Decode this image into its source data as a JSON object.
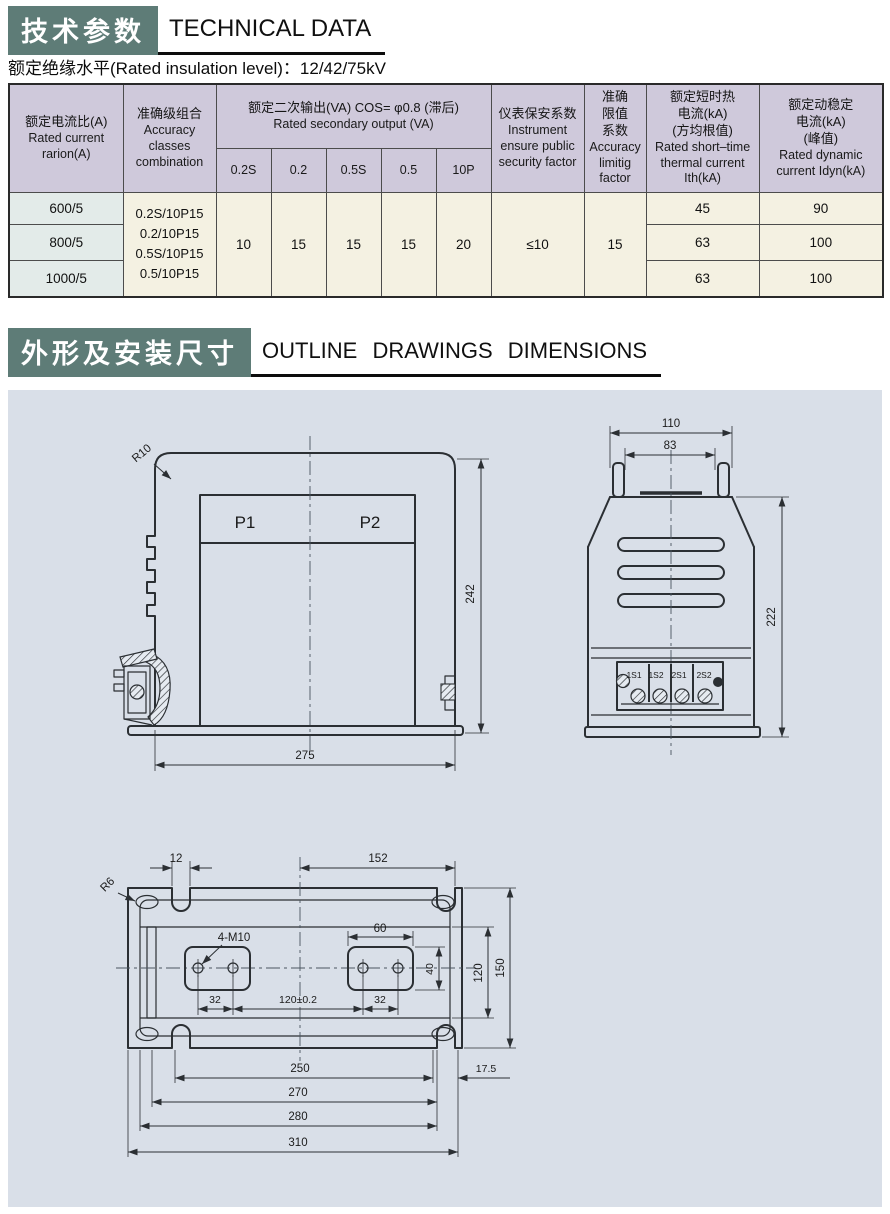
{
  "colors": {
    "accent_teal": "#5e7c77",
    "table_header_bg": "#cfc9db",
    "ratio_col_bg": "#e3ebe9",
    "cell_bg": "#f4f1e2",
    "panel_bg": "#d9dfe8"
  },
  "sections": {
    "technical": {
      "title_cn": "技术参数",
      "title_en": "TECHNICAL DATA",
      "subtitle": "额定绝缘水平(Rated insulation level)：12/42/75kV"
    },
    "outline": {
      "title_cn": "外形及安装尺寸",
      "title_en": "OUTLINE  DRAWINGS  DIMENSIONS"
    }
  },
  "table": {
    "header": {
      "ratio_cn": "额定电流比(A)",
      "ratio_en": "Rated current rarion(A)",
      "accuracy_cn": "准确级组合",
      "accuracy_en": "Accuracy classes combination",
      "output_cn": "额定二次输出(VA) COS= φ0.8 (滞后)",
      "output_en": "Rated secondary output (VA)",
      "output_subs": [
        "0.2S",
        "0.2",
        "0.5S",
        "0.5",
        "10P"
      ],
      "security_cn": "仪表保安系数",
      "security_en": "Instrument ensure public security factor",
      "limit_cn": "准确\n限值\n系数",
      "limit_en": "Accuracy limitig factor",
      "thermal_cn": "额定短时热\n电流(kA)\n(方均根值)",
      "thermal_en": "Rated short–time thermal current Ith(kA)",
      "dynamic_cn": "额定动稳定\n电流(kA)\n(峰值)",
      "dynamic_en": "Rated dynamic current Idyn(kA)"
    },
    "merged": {
      "combos": [
        "0.2S/10P15",
        "0.2/10P15",
        "0.5S/10P15",
        "0.5/10P15"
      ],
      "outputs": [
        "10",
        "15",
        "15",
        "15",
        "20"
      ],
      "security": "≤10",
      "limit": "15"
    },
    "rows": [
      {
        "ratio": "600/5",
        "thermal": "45",
        "dynamic": "90"
      },
      {
        "ratio": "800/5",
        "thermal": "63",
        "dynamic": "100"
      },
      {
        "ratio": "1000/5",
        "thermal": "63",
        "dynamic": "100"
      }
    ]
  },
  "drawings": {
    "front": {
      "p1": "P1",
      "p2": "P2",
      "r10": "R10",
      "h": "242",
      "w": "275"
    },
    "side": {
      "w110": "110",
      "w83": "83",
      "h222": "222",
      "terminals": [
        "1S1",
        "1S2",
        "2S1",
        "2S2"
      ]
    },
    "top": {
      "r6": "R6",
      "d12": "12",
      "d152": "152",
      "m10": "4-M10",
      "d60": "60",
      "d40": "40",
      "d32l": "32",
      "d120t": "120±0.2",
      "d32r": "32",
      "d120": "120",
      "d150": "150",
      "d250": "250",
      "d175": "17.5",
      "d270": "270",
      "d280": "280",
      "d310": "310"
    }
  }
}
